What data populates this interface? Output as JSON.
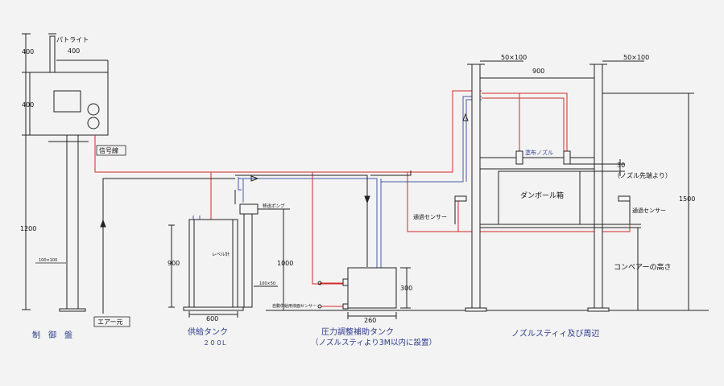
{
  "labels": {
    "patlite": "パトライト",
    "signal_line": "信号線",
    "pump": "移送ポンプ",
    "level_meter": "レベル計",
    "auto_sensor": "自動供給用液面センサー",
    "air_source": "エアー元",
    "pass_sensor_left": "通過センサー",
    "pass_sensor_right": "通過センサー",
    "coating_nozzle": "塗布ノズル",
    "cardboard_box": "ダンボール箱",
    "nozzle_tip_note": "（ノズル先端より）",
    "conveyor_height": "コンベアーの高さ"
  },
  "dimensions": {
    "d400_top": "400",
    "d400_lamp": "400",
    "d400_panel": "400",
    "d1200": "1200",
    "d100x100_pole": "100×100",
    "d900_tank": "900",
    "d1000": "1000",
    "d100x50": "100×50",
    "d600": "600",
    "d300": "300",
    "d260": "260",
    "d50x100_left": "50×100",
    "d50x100_right": "50×100",
    "d900_frame": "900",
    "d30": "30",
    "d1500": "1500"
  },
  "captions": {
    "control_panel": "制　御　盤",
    "supply_tank": "供給タンク",
    "supply_tank_capacity": "２００L",
    "pressure_tank": "圧力調整補助タンク",
    "pressure_tank_note": "（ノズルスティより3M以内に設置）",
    "nozzle_stay": "ノズルスティィ及び周辺"
  },
  "colors": {
    "line": "#222222",
    "signal": "#d32a2a",
    "air": "#4a5aa8",
    "caption": "#2a3a8a"
  }
}
